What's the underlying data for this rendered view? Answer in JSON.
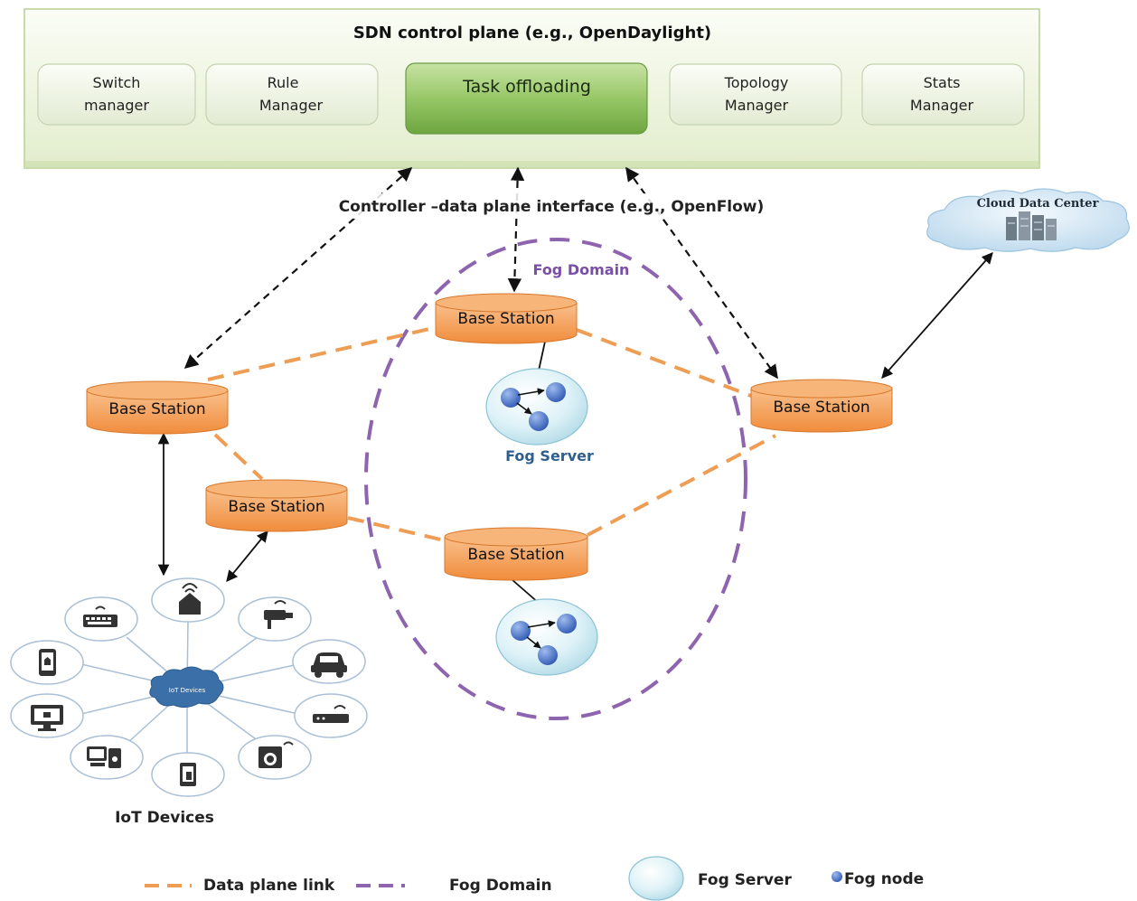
{
  "control_plane": {
    "title": "SDN control plane (e.g., OpenDaylight)",
    "modules": [
      {
        "line1": "Switch",
        "line2": "manager"
      },
      {
        "line1": "Rule",
        "line2": "Manager"
      },
      {
        "line1": "Task offloading",
        "line2": ""
      },
      {
        "line1": "Topology",
        "line2": "Manager"
      },
      {
        "line1": "Stats",
        "line2": "Manager"
      }
    ]
  },
  "interface_label": "Controller –data plane interface (e.g., OpenFlow)",
  "fog_domain_label": "Fog Domain",
  "cloud_label": "Cloud Data Center",
  "base_station_label": "Base Station",
  "fog_server_label": "Fog Server",
  "iot_hub_label": "IoT Devices",
  "iot_caption": "IoT Devices",
  "device_icons": [
    "smart-home-icon",
    "security-camera-icon",
    "car-icon",
    "router-icon",
    "washing-machine-icon",
    "tablet-icon",
    "smart-appliance-icon",
    "monitor-icon",
    "smartphone-icon",
    "keyboard-icon"
  ],
  "legend": {
    "data_plane_link": "Data plane link",
    "fog_domain": "Fog Domain",
    "fog_server": "Fog Server",
    "fog_node": "Fog node"
  },
  "colors": {
    "control_plane_fill": "#eef5e2",
    "module_fill": "#edf3e2",
    "task_fill": "#8fc25c",
    "base_station_fill": "#f5a05a",
    "data_link": "#ee9d55",
    "fog_domain_line": "#8d64ad",
    "fog_server_fill": "#d6eef4",
    "fog_node_fill": "#4874c6",
    "fog_label": "#7a4fa8",
    "fog_server_label": "#2f5f8f"
  }
}
